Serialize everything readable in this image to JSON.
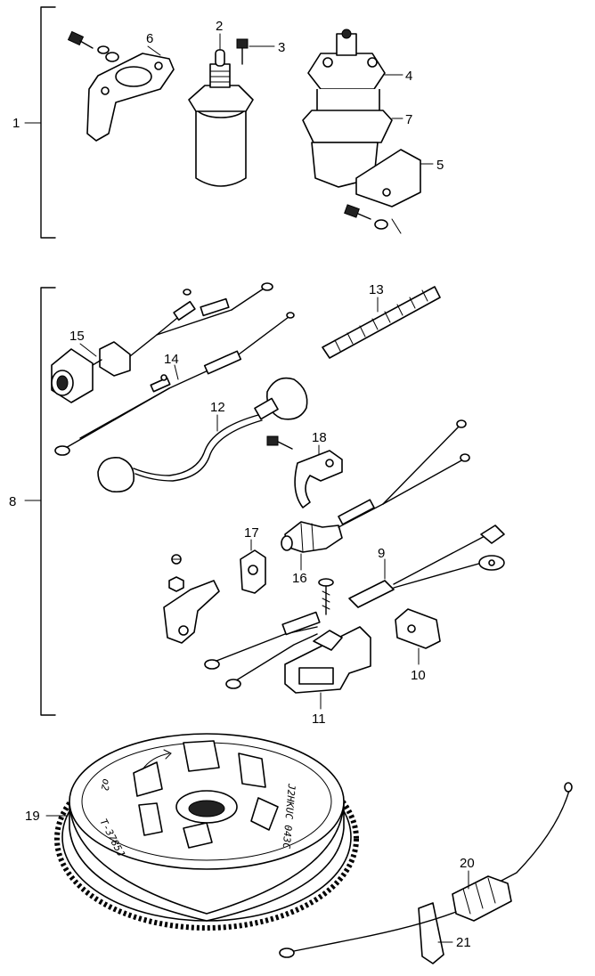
{
  "labels": {
    "p1": "1",
    "p2": "2",
    "p3": "3",
    "p4": "4",
    "p5": "5",
    "p6": "6",
    "p7": "7",
    "p8": "8",
    "p9": "9",
    "p10": "10",
    "p11": "11",
    "p12": "12",
    "p13": "13",
    "p14": "14",
    "p15": "15",
    "p16": "16",
    "p17": "17",
    "p18": "18",
    "p19": "19",
    "p20": "20",
    "p21": "21"
  },
  "flywheel_marks": {
    "model_text": "T-3785J",
    "code_text": "J2HKUC 043C",
    "small_mark": "o2"
  }
}
